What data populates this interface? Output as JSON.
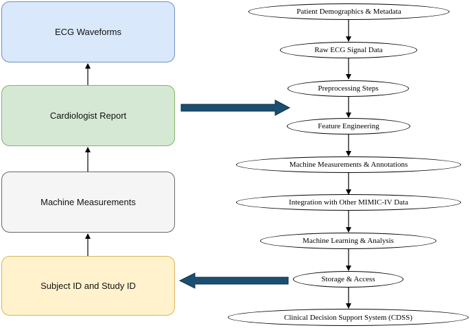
{
  "left_column": {
    "ecg_waveforms": "ECG Waveforms",
    "cardiologist_report": "Cardiologist Report",
    "machine_measurements": "Machine Measurements",
    "subject_study_id": "Subject ID and Study ID"
  },
  "pipeline": [
    "Patient Demographics & Metadata",
    "Raw ECG Signal Data",
    "Preprocessing Steps",
    "Feature Engineering",
    "Machine Measurements & Annotations",
    "Integration with Other MIMIC-IV Data",
    "Machine Learning & Analysis",
    "Storage & Access",
    "Clinical Decision Support System (CDSS)"
  ],
  "colors": {
    "ecg_fill": "#dae8fc",
    "ecg_border": "#6c8ebf",
    "report_fill": "#d5e8d4",
    "report_border": "#82b366",
    "machine_fill": "#f5f5f5",
    "machine_border": "#666666",
    "subject_fill": "#fff2cc",
    "subject_border": "#d6b656",
    "big_arrow_fill": "#1b4f72"
  }
}
